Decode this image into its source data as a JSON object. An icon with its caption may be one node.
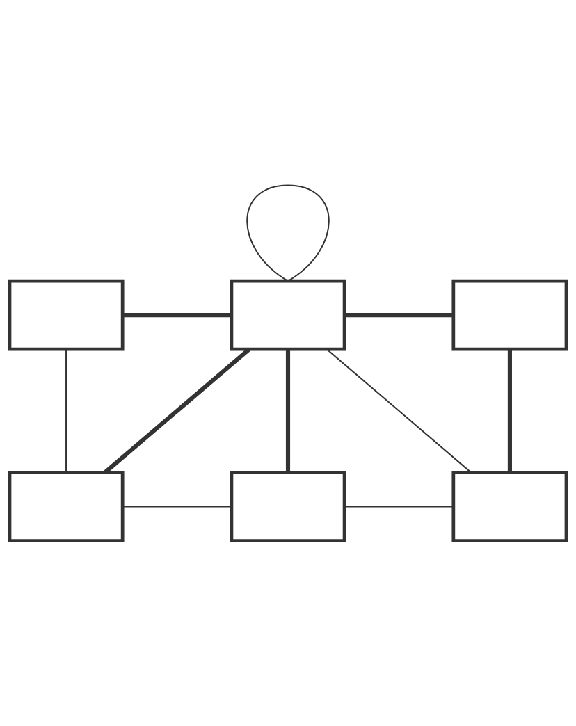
{
  "diagram": {
    "nodes": [
      {
        "text": [],
        "shape": "box"
      },
      {
        "text": [],
        "shape": "box"
      },
      {
        "text": [],
        "shape": "box"
      },
      {
        "text": [],
        "shape": "box"
      },
      {
        "text": [],
        "shape": "box"
      },
      {
        "text": [],
        "shape": "box"
      }
    ],
    "edges": [
      {
        "from": 0,
        "to": 1,
        "arrow": "none",
        "style": "thick"
      },
      {
        "from": 1,
        "to": 1,
        "arrow": "none"
      },
      {
        "from": 1,
        "to": 2,
        "arrow": "none",
        "style": "thick"
      },
      {
        "from": 0,
        "to": 3,
        "arrow": "none"
      },
      {
        "from": 1,
        "to": 3,
        "arrow": "none",
        "style": "thick"
      },
      {
        "from": 1,
        "to": 4,
        "arrow": "none",
        "style": "thick"
      },
      {
        "from": 1,
        "to": 5,
        "arrow": "none"
      },
      {
        "from": 2,
        "to": 5,
        "arrow": "none",
        "style": "thick"
      },
      {
        "from": 3,
        "to": 4,
        "arrow": "none"
      },
      {
        "from": 4,
        "to": 5,
        "arrow": "none"
      }
    ]
  }
}
